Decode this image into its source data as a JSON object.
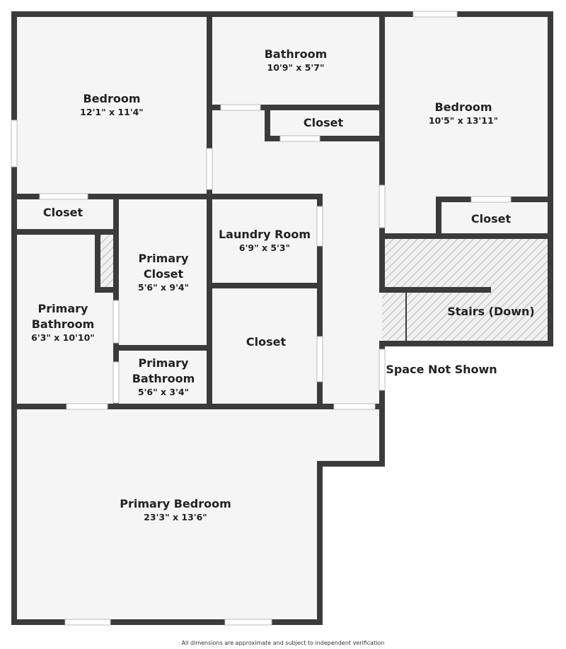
{
  "rooms": [
    {
      "name": "Bedroom",
      "dims": "12'1\" x 11'4\""
    },
    {
      "name": "Bathroom",
      "dims": "10'9\" x 5'7\""
    },
    {
      "name": "Bedroom",
      "dims": "10'5\" x 13'11\""
    },
    {
      "name": "Closet"
    },
    {
      "name": "Closet"
    },
    {
      "name": "Closet"
    },
    {
      "name": "Laundry Room",
      "dims": "6'9\" x 5'3\""
    },
    {
      "name": "Primary",
      "name2": "Closet",
      "dims": "5'6\" x 9'4\""
    },
    {
      "name": "Primary",
      "name2": "Bathroom",
      "dims": "6'3\" x 10'10\""
    },
    {
      "name": "Closet"
    },
    {
      "name": "Primary",
      "name2": "Bathroom",
      "dims": "5'6\" x 3'4\""
    },
    {
      "name": "Stairs (Down)"
    },
    {
      "name": "Space Not Shown"
    },
    {
      "name": "Primary Bedroom",
      "dims": "23'3\" x 13'6\""
    }
  ],
  "footnote": "All dimensions are approximate and subject to independent verification",
  "colors": {
    "wall": "#3b3b3b",
    "floor": "#f5f5f5"
  }
}
